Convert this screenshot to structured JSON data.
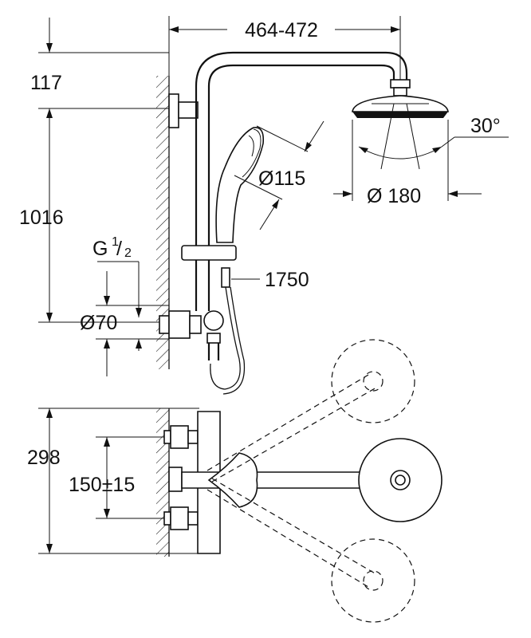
{
  "colors": {
    "ink": "#111111",
    "paper": "#ffffff"
  },
  "dimensions": {
    "arm_reach": "464-472",
    "top_offset": "117",
    "rail_height": "1016",
    "connection_thread_prefix": "G",
    "connection_thread_num": "1",
    "connection_thread_den": "2",
    "outlet_spacing": "Ø70",
    "handshower_diameter": "Ø115",
    "hose_length": "1750",
    "head_diameter": "Ø 180",
    "head_tilt": "30°",
    "mixer_height": "298",
    "centre_spacing": "150±15"
  }
}
